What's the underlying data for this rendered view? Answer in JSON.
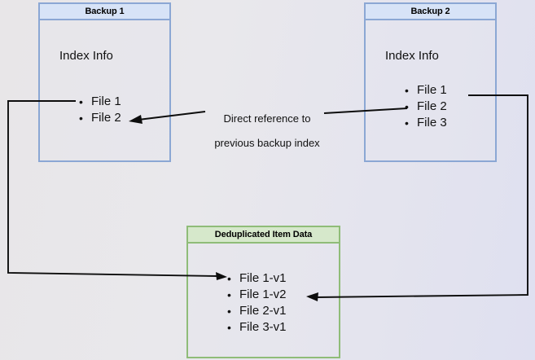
{
  "diagram": {
    "title_hidden": "Backup deduplication index reference diagram",
    "colors": {
      "blue_border": "#8ba7d4",
      "blue_header_fill": "#d7e3f7",
      "green_border": "#8fbc78",
      "green_header_fill": "#d6e8cb",
      "line": "#0d0d0d",
      "background_left": "#e8e6e8",
      "background_right": "#dfe0f0"
    },
    "backup1": {
      "header": "Backup 1",
      "section_label": "Index Info",
      "items": [
        "File 1",
        "File 2"
      ]
    },
    "backup2": {
      "header": "Backup 2",
      "section_label": "Index Info",
      "items": [
        "File 1",
        "File 2",
        "File 3"
      ]
    },
    "dedup": {
      "header": "Deduplicated Item Data",
      "items": [
        "File 1-v1",
        "File 1-v2",
        "File 2-v1",
        "File 3-v1"
      ]
    },
    "annotation": {
      "line1": "Direct reference to",
      "line2": "previous backup index"
    }
  }
}
